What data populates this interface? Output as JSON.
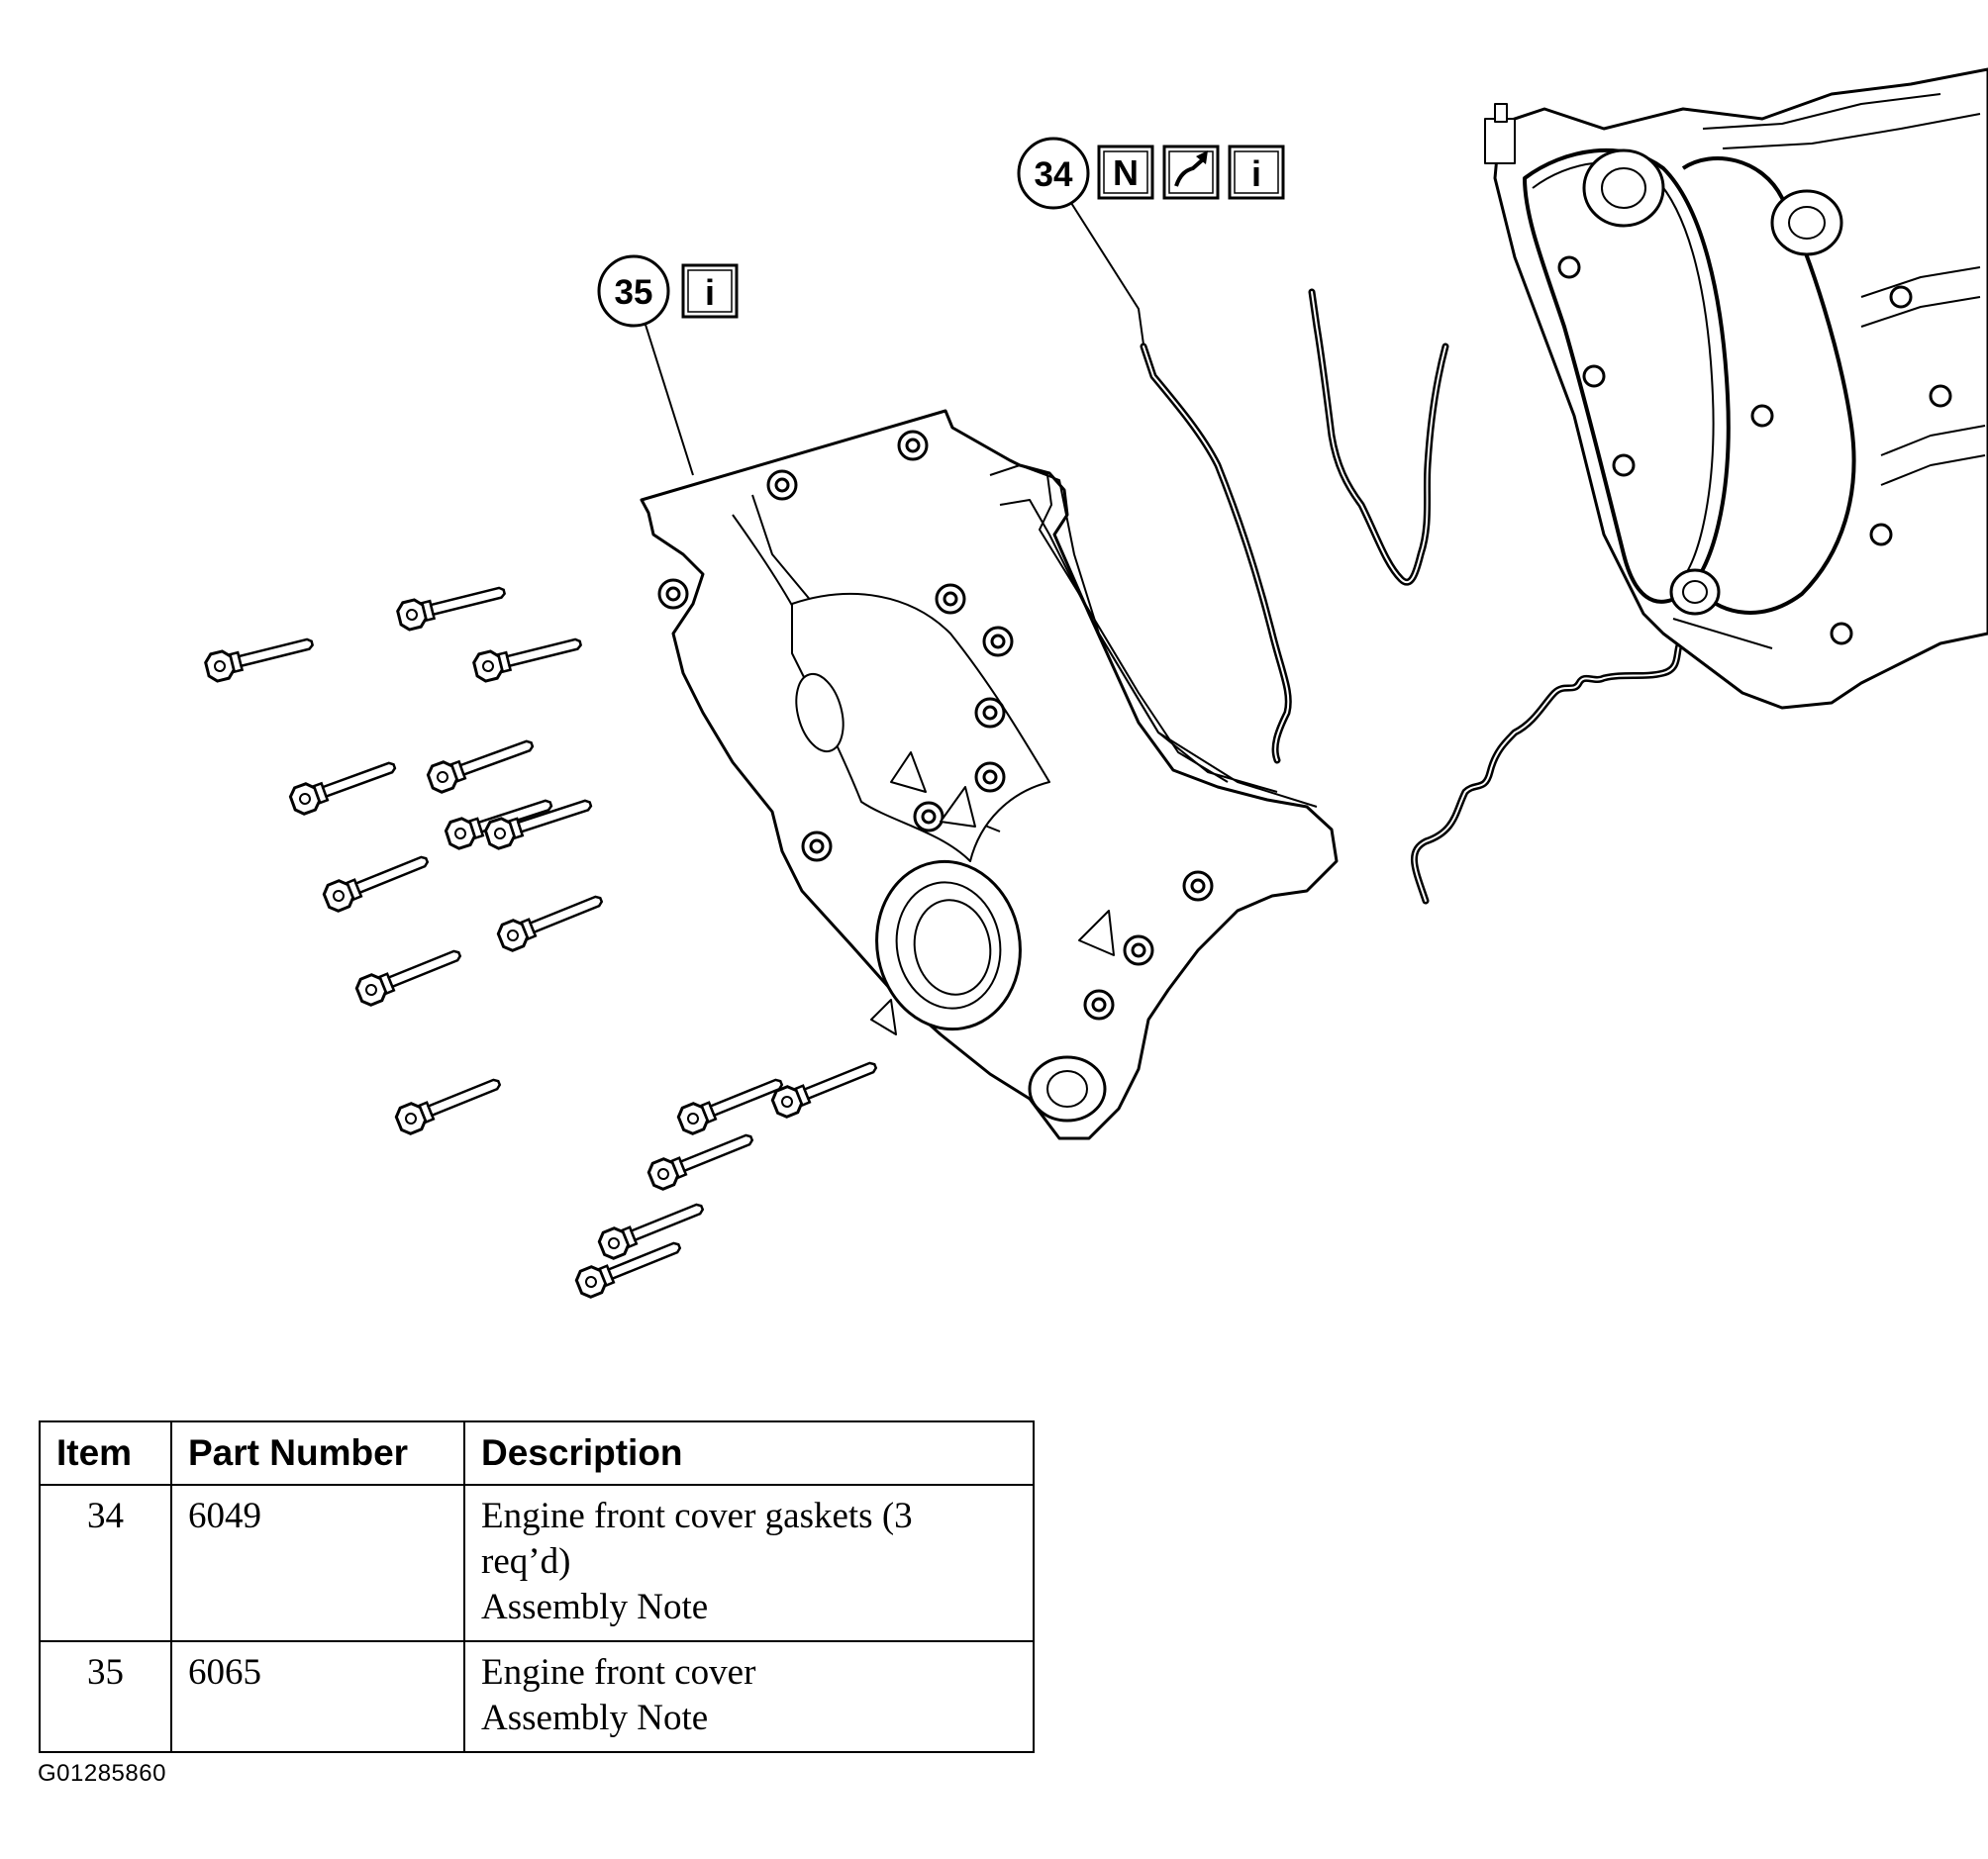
{
  "callouts": [
    {
      "number": "34",
      "symbols": [
        "N",
        "sealant-tube-icon",
        "i"
      ]
    },
    {
      "number": "35",
      "symbols": [
        "i"
      ]
    }
  ],
  "table": {
    "headers": [
      "Item",
      "Part Number",
      "Description"
    ],
    "rows": [
      {
        "item": "34",
        "part_number": "6049",
        "description_lines": [
          "Engine front cover gaskets (3",
          "req’d)",
          "Assembly Note"
        ]
      },
      {
        "item": "35",
        "part_number": "6065",
        "description_lines": [
          "Engine front cover",
          "Assembly Note"
        ]
      }
    ]
  },
  "figure_id": "G01285860"
}
